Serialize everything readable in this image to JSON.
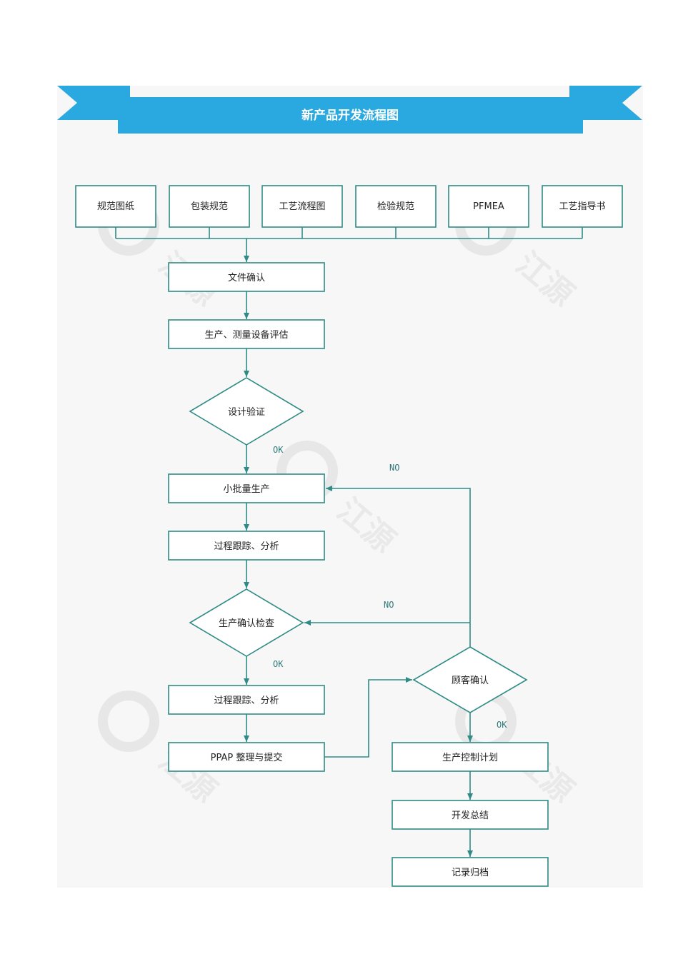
{
  "banner": {
    "title": "新产品开发流程图",
    "color": "#2aa8e0"
  },
  "watermark": {
    "text": "江源"
  },
  "nodes": {
    "n_drawings": "规范图纸",
    "n_packaging": "包装规范",
    "n_process_chart": "工艺流程图",
    "n_inspection": "检验规范",
    "n_pfmea": "PFMEA",
    "n_instruction": "工艺指导书",
    "n_doc_confirm": "文件确认",
    "n_equipment_eval": "生产、测量设备评估",
    "n_design_verify": "设计验证",
    "n_small_batch": "小批量生产",
    "n_tracking1": "过程跟踪、分析",
    "n_prod_check": "生产确认检查",
    "n_tracking2": "过程跟踪、分析",
    "n_ppap": "PPAP 整理与提交",
    "n_customer_confirm": "顾客确认",
    "n_control_plan": "生产控制计划",
    "n_summary": "开发总结",
    "n_archive": "记录归档"
  },
  "edge_labels": {
    "ok_design": "OK",
    "no_small_batch": "NO",
    "no_prod_check": "NO",
    "ok_prod_check": "OK",
    "ok_customer": "OK"
  },
  "colors": {
    "stroke": "#2e8b86",
    "panel": "#f7f7f7",
    "label": "#2e7a78"
  }
}
